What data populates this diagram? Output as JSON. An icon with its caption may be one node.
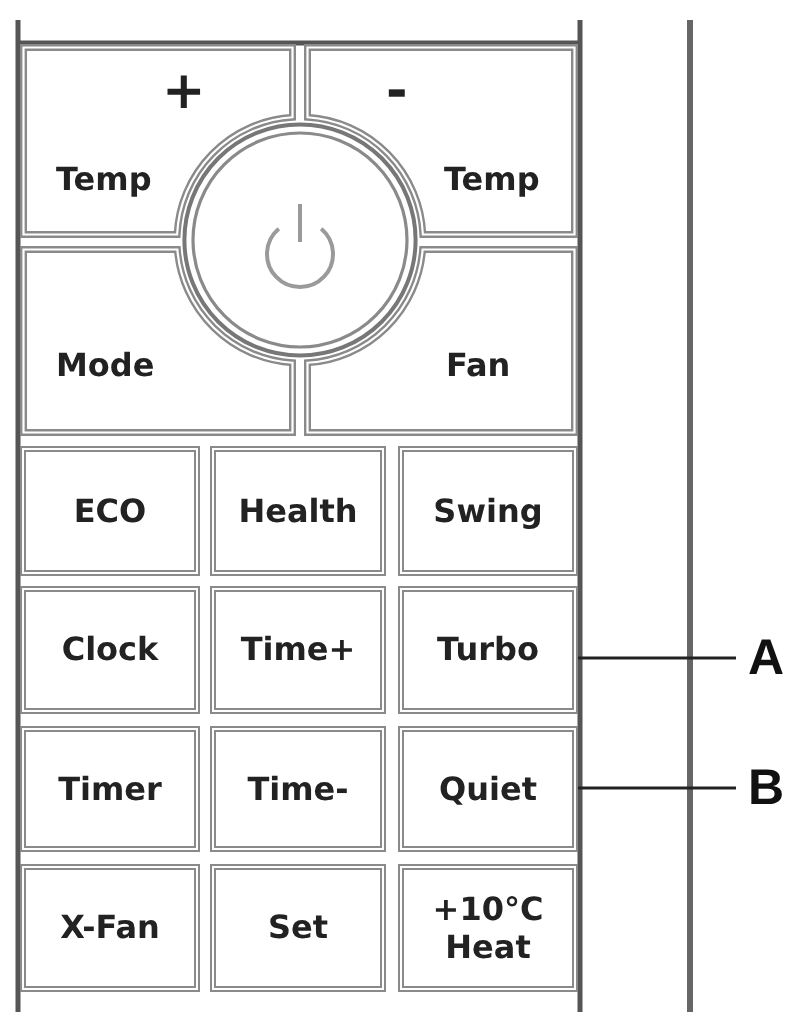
{
  "diagram": {
    "nodes": [
      {
        "text": [
          "+",
          "Temp"
        ]
      },
      {
        "text": [
          "-",
          "Temp"
        ]
      },
      {
        "text": [],
        "shape": "circle"
      },
      {
        "text": [
          "Mode"
        ]
      },
      {
        "text": [
          "Fan"
        ]
      },
      {
        "text": [
          "ECO"
        ]
      },
      {
        "text": [
          "Health"
        ]
      },
      {
        "text": [
          "Swing"
        ]
      },
      {
        "text": [
          "Clock"
        ]
      },
      {
        "text": [
          "Time+"
        ]
      },
      {
        "text": [
          "Turbo"
        ]
      },
      {
        "text": [
          "A"
        ]
      },
      {
        "text": [
          "Timer"
        ]
      },
      {
        "text": [
          "Time-"
        ]
      },
      {
        "text": [
          "Quiet"
        ]
      },
      {
        "text": [
          "B"
        ]
      },
      {
        "text": [
          "X-Fan"
        ]
      },
      {
        "text": [
          "Set"
        ]
      },
      {
        "text": [
          "+10°C Heat"
        ]
      }
    ],
    "edges": [
      {
        "from": 11,
        "to": 10,
        "arrow": "none"
      },
      {
        "from": 15,
        "to": 14,
        "arrow": "none"
      }
    ]
  }
}
